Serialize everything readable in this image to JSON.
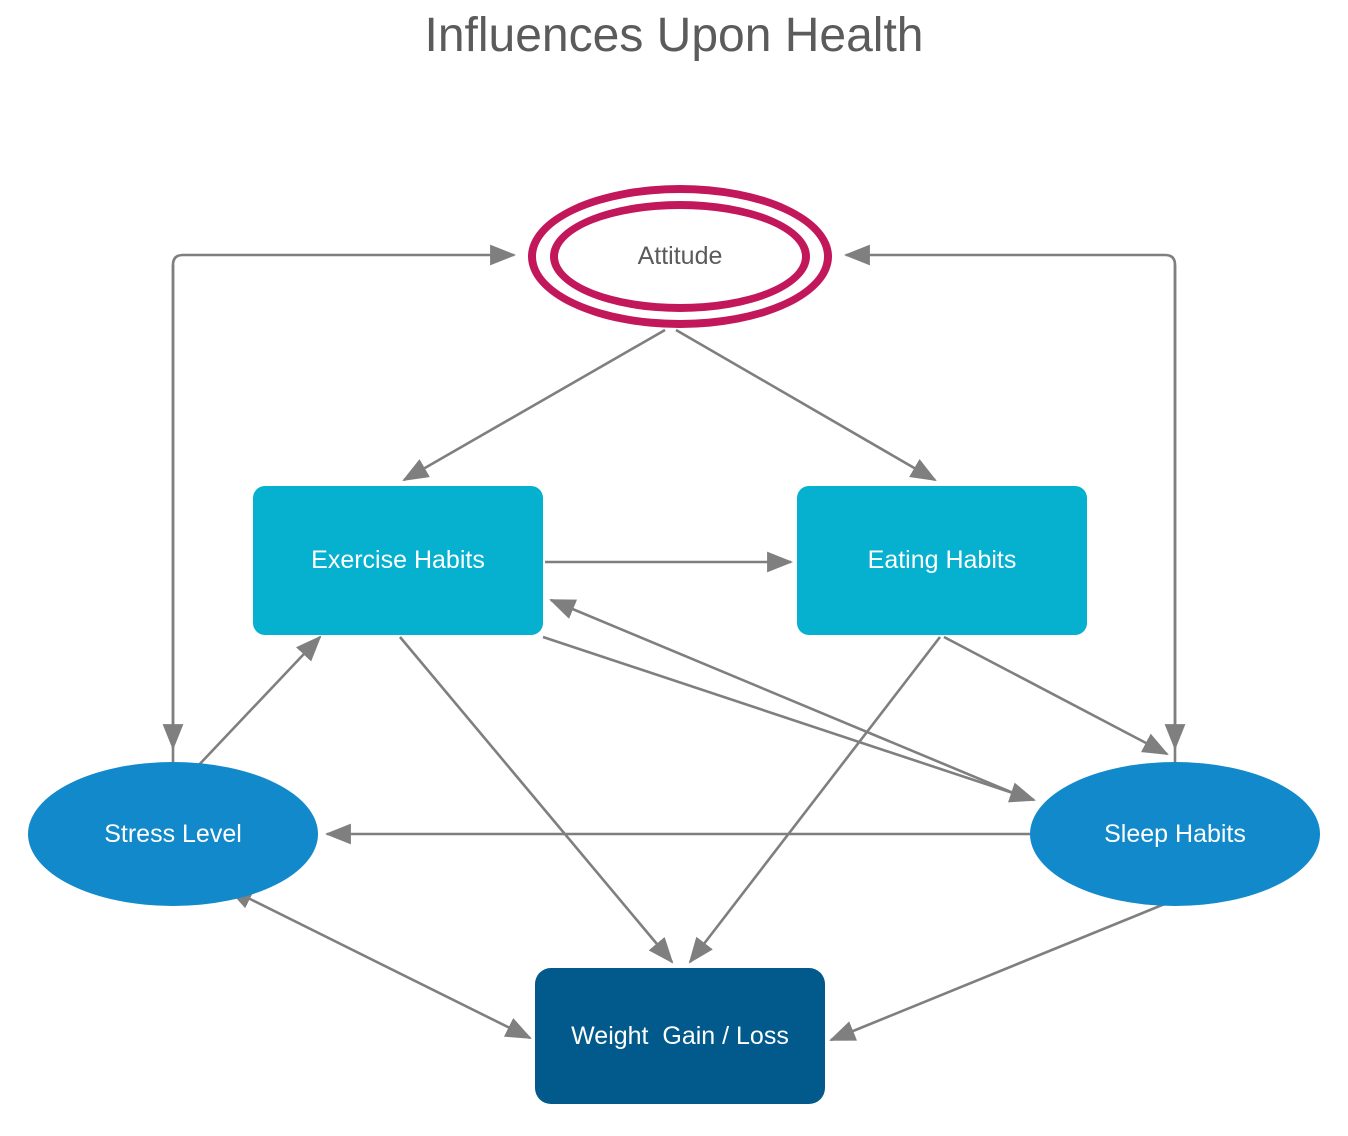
{
  "title": "Influences Upon Health",
  "colors": {
    "background": "#ffffff",
    "title_text": "#5b5b5b",
    "attitude_stroke": "#c2185b",
    "attitude_fill": "#ffffff",
    "attitude_text": "#5b5b5b",
    "habits_box_fill": "#06b0cf",
    "habits_box_text": "#ffffff",
    "ellipse_fill": "#1189ca",
    "ellipse_text": "#ffffff",
    "weight_fill": "#02598c",
    "weight_text": "#ffffff",
    "edge_stroke": "#7f7f7f"
  },
  "nodes": [
    {
      "id": "attitude",
      "label": "Attitude",
      "shape": "double-ellipse"
    },
    {
      "id": "exercise",
      "label": "Exercise Habits",
      "shape": "rounded-rect"
    },
    {
      "id": "eating",
      "label": "Eating Habits",
      "shape": "rounded-rect"
    },
    {
      "id": "stress",
      "label": "Stress Level",
      "shape": "ellipse"
    },
    {
      "id": "sleep",
      "label": "Sleep Habits",
      "shape": "ellipse"
    },
    {
      "id": "weight",
      "label": "Weight  Gain / Loss",
      "shape": "rounded-rect"
    }
  ],
  "edges": [
    {
      "from": "attitude",
      "to": "exercise",
      "arrows": "one-way"
    },
    {
      "from": "attitude",
      "to": "eating",
      "arrows": "one-way"
    },
    {
      "from": "exercise",
      "to": "eating",
      "arrows": "one-way"
    },
    {
      "from": "stress",
      "to": "attitude",
      "arrows": "one-way"
    },
    {
      "from": "attitude",
      "to": "stress",
      "arrows": "one-way"
    },
    {
      "from": "sleep",
      "to": "attitude",
      "arrows": "one-way"
    },
    {
      "from": "attitude",
      "to": "sleep",
      "arrows": "one-way"
    },
    {
      "from": "stress",
      "to": "exercise",
      "arrows": "one-way"
    },
    {
      "from": "sleep",
      "to": "exercise",
      "arrows": "one-way"
    },
    {
      "from": "exercise",
      "to": "sleep",
      "arrows": "one-way"
    },
    {
      "from": "eating",
      "to": "sleep",
      "arrows": "one-way"
    },
    {
      "from": "sleep",
      "to": "stress",
      "arrows": "one-way"
    },
    {
      "from": "exercise",
      "to": "weight",
      "arrows": "one-way"
    },
    {
      "from": "eating",
      "to": "weight",
      "arrows": "one-way"
    },
    {
      "from": "sleep",
      "to": "weight",
      "arrows": "one-way"
    },
    {
      "from": "stress",
      "to": "weight",
      "arrows": "two-way"
    }
  ]
}
